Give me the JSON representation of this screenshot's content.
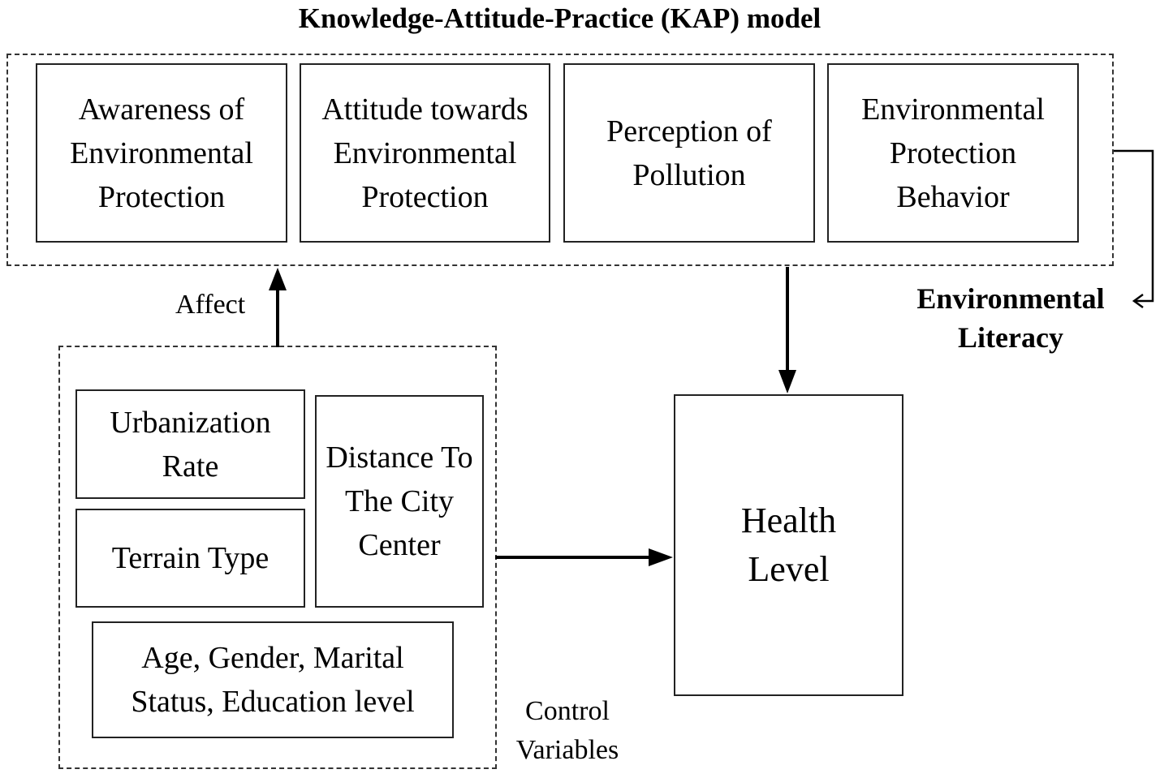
{
  "title": "Knowledge-Attitude-Practice (KAP) model",
  "kap_boxes": [
    "Awareness of Environmental Protection",
    "Attitude towards Environmental Protection",
    "Perception of Pollution",
    "Environmental Protection Behavior"
  ],
  "environmental_literacy": [
    "Environmental",
    "Literacy"
  ],
  "affect_label": "Affect",
  "control_boxes": {
    "urbanization": "Urbanization Rate",
    "terrain": "Terrain Type",
    "distance": "Distance To The City Center",
    "demographics": "Age, Gender, Marital Status, Education level"
  },
  "control_variables_label": [
    "Control",
    "Variables"
  ],
  "health_level": "Health Level"
}
